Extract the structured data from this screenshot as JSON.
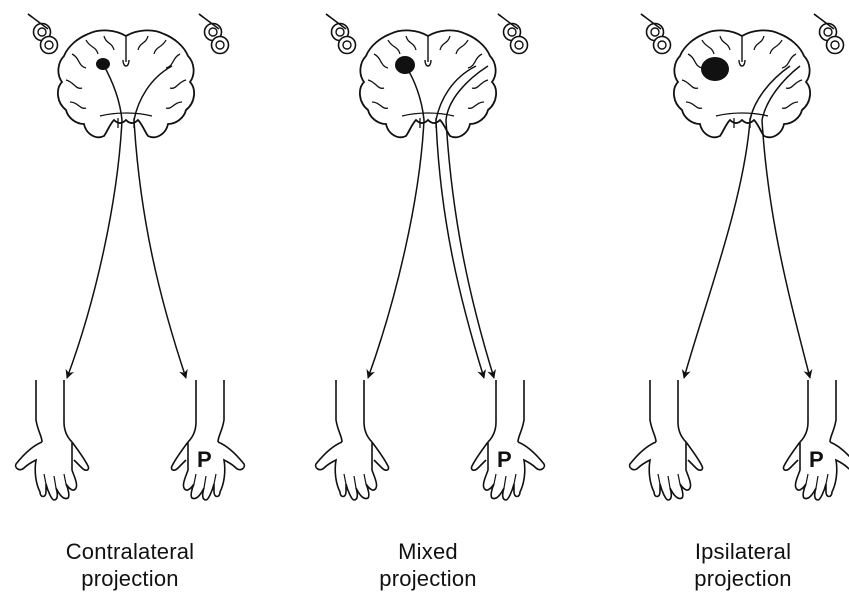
{
  "panels": [
    {
      "caption_line1": "Contralateral",
      "caption_line2": "projection",
      "hand_label": "P",
      "lesion_size": "small"
    },
    {
      "caption_line1": "Mixed",
      "caption_line2": "projection",
      "hand_label": "P",
      "lesion_size": "medium"
    },
    {
      "caption_line1": "Ipsilateral",
      "caption_line2": "projection",
      "hand_label": "P",
      "lesion_size": "large"
    }
  ],
  "colors": {
    "line": "#111111",
    "background": "#ffffff"
  },
  "icons": [
    "tms-coil-icon",
    "brain-icon",
    "lesion-icon",
    "forearm-hand-icon"
  ]
}
